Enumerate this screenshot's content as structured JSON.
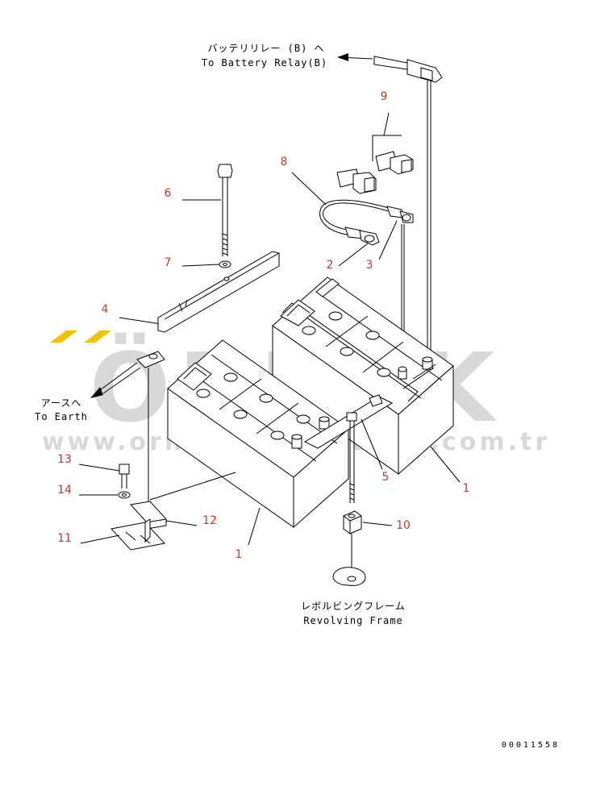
{
  "watermark": {
    "brand": "ÖRNEK",
    "url": "www.ornekismakinalari.com.tr",
    "accent_color": "#f2c200",
    "text_color": "#d8d8d8"
  },
  "annotations": {
    "battery_relay_jp": "バッテリリレー (B) へ",
    "battery_relay_en": "To Battery Relay(B)",
    "earth_jp": "アースへ",
    "earth_en": "To Earth",
    "frame_jp": "レボルビングフレーム",
    "frame_en": "Revolving Frame"
  },
  "callouts": {
    "c1a": "1",
    "c1b": "1",
    "c2": "2",
    "c3": "3",
    "c4": "4",
    "c5": "5",
    "c6": "6",
    "c7": "7",
    "c8": "8",
    "c9": "9",
    "c10": "10",
    "c11": "11",
    "c12": "12",
    "c13": "13",
    "c14": "14"
  },
  "callout_color": "#c0392b",
  "document_number": "00011558"
}
